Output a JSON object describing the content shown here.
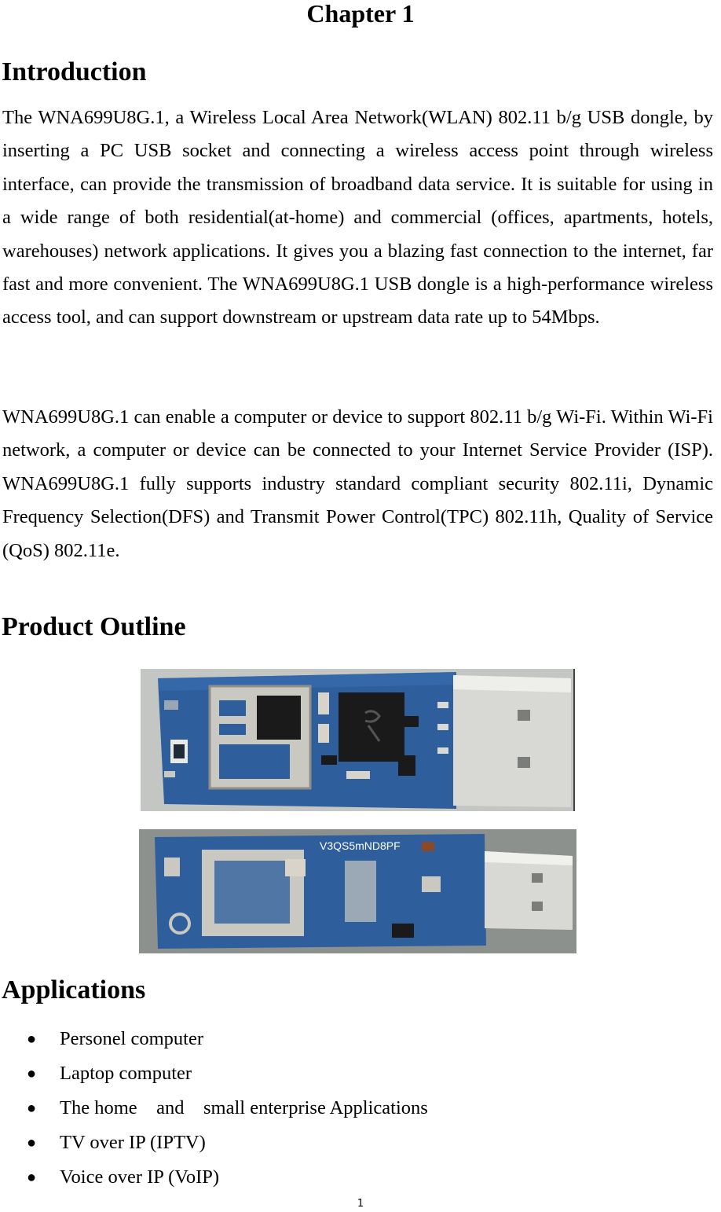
{
  "chapter_title": "Chapter 1",
  "sections": {
    "introduction": {
      "heading": "Introduction",
      "paragraphs": [
        "The WNA699U8G.1, a Wireless Local Area Network(WLAN)   802.11 b/g USB dongle, by inserting a PC USB socket and   connecting a   wireless access point   through   wireless interface, can provide the transmission of broadband data service. It is suitable for using in a wide range of both residential(at-home) and commercial (offices, apartments, hotels, warehouses) network applications. It gives you a blazing fast connection to the internet, far fast and more convenient. The WNA699U8G.1 USB dongle is a high-performance wireless access tool, and can support downstream or upstream data   rate up to 54Mbps.",
        "WNA699U8G.1 can enable a computer or device to support 802.11 b/g Wi-Fi. Within Wi-Fi network, a computer or device can be connected to your Internet Service Provider (ISP). WNA699U8G.1 fully supports industry standard compliant security   802.11i, Dynamic Frequency Selection(DFS) and   Transmit   Power Control(TPC)   802.11h,   Quality of Service (QoS) 802.11e."
      ]
    },
    "product_outline": {
      "heading": "Product Outline",
      "board_label": "V3QS5mND8PF"
    },
    "applications": {
      "heading": "Applications",
      "items": [
        "Personel computer",
        "Laptop computer",
        "The home    and    small enterprise Applications",
        "TV over IP (IPTV)",
        "Voice over IP (VoIP)"
      ]
    }
  },
  "page_number": "1",
  "colors": {
    "pcb_blue": "#2f5e9c",
    "shield_silver": "#c9c9c2",
    "chip_black": "#1a1a1a",
    "usb_metal": "#d8d8d4"
  }
}
